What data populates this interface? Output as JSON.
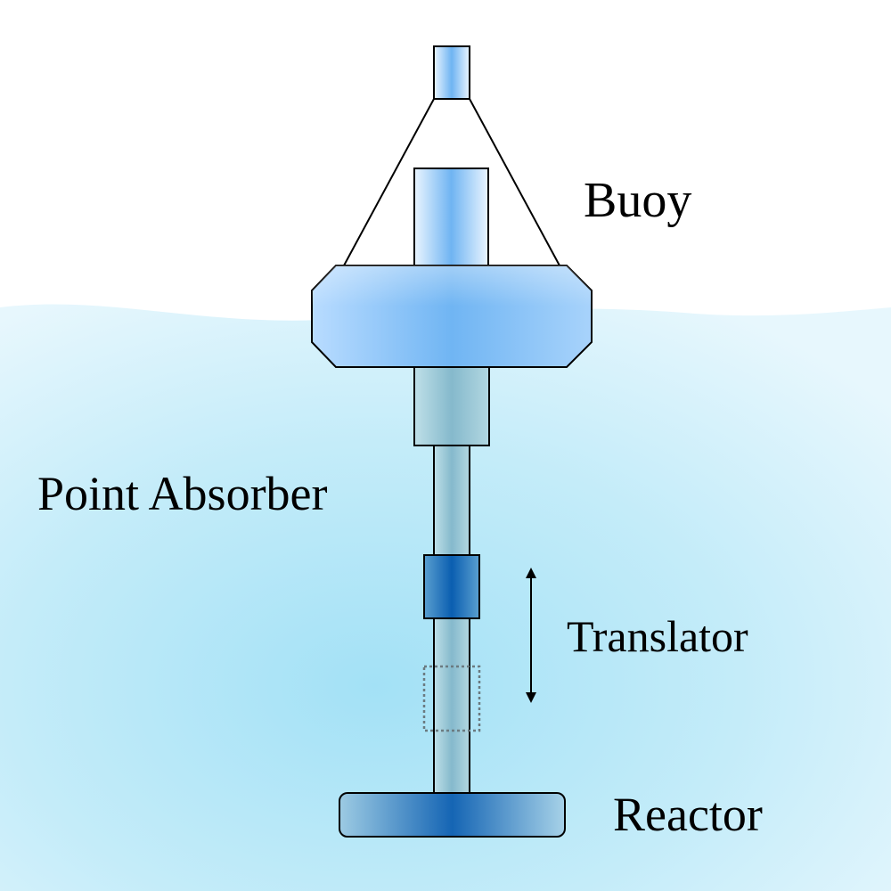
{
  "labels": {
    "buoy": "Buoy",
    "point_absorber": "Point Absorber",
    "translator": "Translator",
    "reactor": "Reactor"
  },
  "colors": {
    "sky": "#ffffff",
    "water_light": "#e6f7fd",
    "water_deep": "#a5e2f5",
    "buoy_light": "#e8f4ff",
    "buoy_mid": "#8cc4f5",
    "buoy_dark": "#5aa8f0",
    "shaft_light": "#b6dde6",
    "shaft_dark": "#7fb7c9",
    "translator_dark": "#0a62b4",
    "outline": "#000000",
    "dotted_outline": "#6b7a80"
  }
}
